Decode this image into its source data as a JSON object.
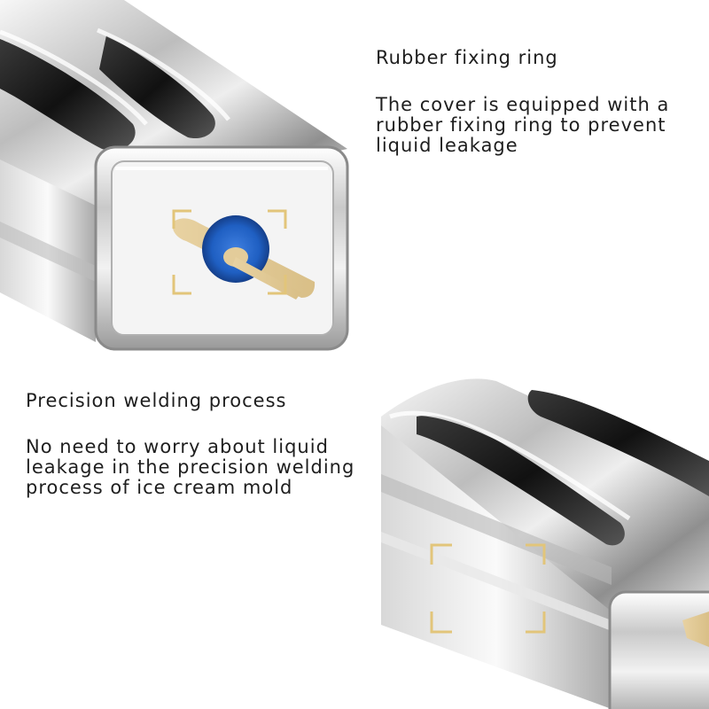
{
  "sections": [
    {
      "title": "Rubber fixing ring",
      "description": "The cover is equipped with a\nrubber fixing ring to prevent\nliquid leakage"
    },
    {
      "title": "Precision welding process",
      "description": "No need to worry about liquid\nleakage in the precision welding\n process of ice cream mold"
    }
  ],
  "colors": {
    "background": "#ffffff",
    "text": "#1e1e1e",
    "bracket_accent": "#e2c57a",
    "rubber_ring": "#1f5fc2",
    "wood_stick": "#e9d4a6"
  }
}
